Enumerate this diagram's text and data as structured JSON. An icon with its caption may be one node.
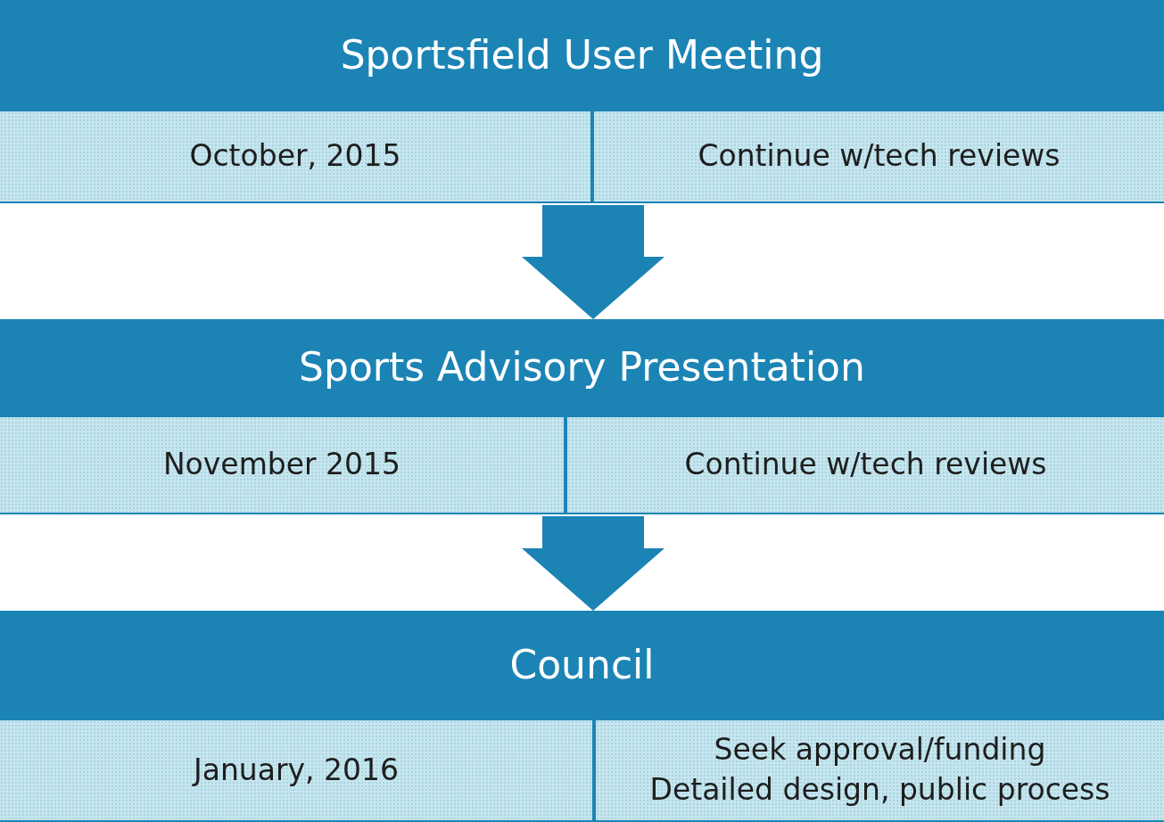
{
  "diagram": {
    "nodes": [
      {
        "text": [
          "Sportsfield User Meeting"
        ]
      },
      {
        "text": [
          "October, 2015"
        ],
        "in": 0
      },
      {
        "text": [
          "Continue w/tech reviews"
        ],
        "in": 0
      },
      {
        "text": [
          "Sports Advisory Presentation"
        ]
      },
      {
        "text": [
          "November 2015"
        ],
        "in": 3
      },
      {
        "text": [
          "Continue w/tech reviews"
        ],
        "in": 3
      },
      {
        "text": [
          "Council"
        ]
      },
      {
        "text": [
          "January, 2016"
        ],
        "in": 6
      },
      {
        "text": [
          "Seek approval/funding",
          "Detailed design, public process"
        ],
        "in": 6
      }
    ],
    "edges": [
      {
        "from": 0,
        "to": 3,
        "arrow": "to",
        "style": "thick"
      },
      {
        "from": 3,
        "to": 6,
        "arrow": "to",
        "style": "thick"
      }
    ]
  }
}
